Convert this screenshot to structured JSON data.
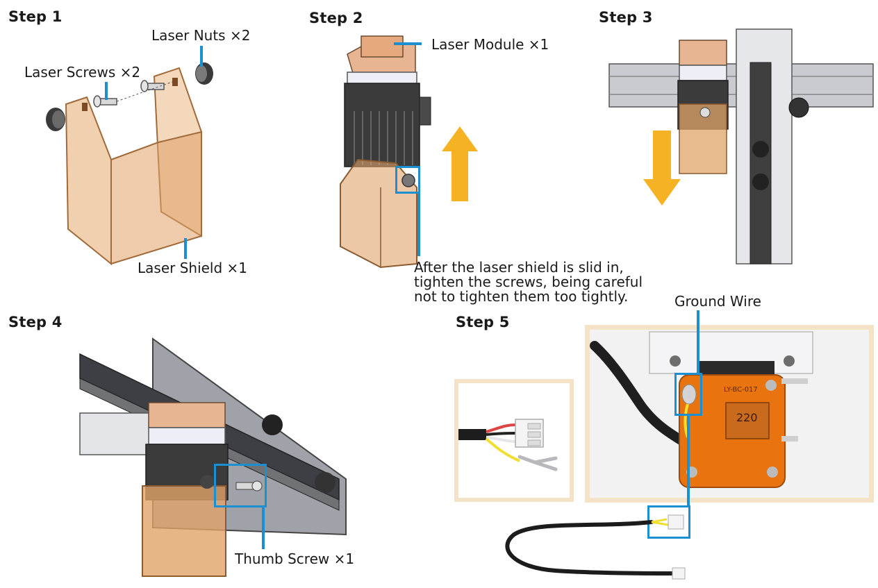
{
  "steps": [
    {
      "title": "Step 1"
    },
    {
      "title": "Step 2"
    },
    {
      "title": "Step 3"
    },
    {
      "title": "Step 4"
    },
    {
      "title": "Step 5"
    }
  ],
  "step1": {
    "laser_nuts_label": "Laser Nuts ×2",
    "laser_screws_label": "Laser Screws ×2",
    "laser_shield_label": "Laser Shield ×1"
  },
  "step2": {
    "laser_module_label": "Laser Module ×1",
    "note": "After the laser shield is slid in,\ntighten the screws, being careful\nnot to tighten them too tightly."
  },
  "step4": {
    "thumb_screw_label": "Thumb Screw ×1"
  },
  "step5": {
    "ground_wire_label": "Ground Wire",
    "board_marking": "220",
    "board_id": "LY-BC-017"
  },
  "colors": {
    "accent_blue": "#1b8fd0",
    "shield_amber": "#e0a46a",
    "arrow_orange": "#f5b324",
    "frame_tan": "#f4e3c6"
  }
}
